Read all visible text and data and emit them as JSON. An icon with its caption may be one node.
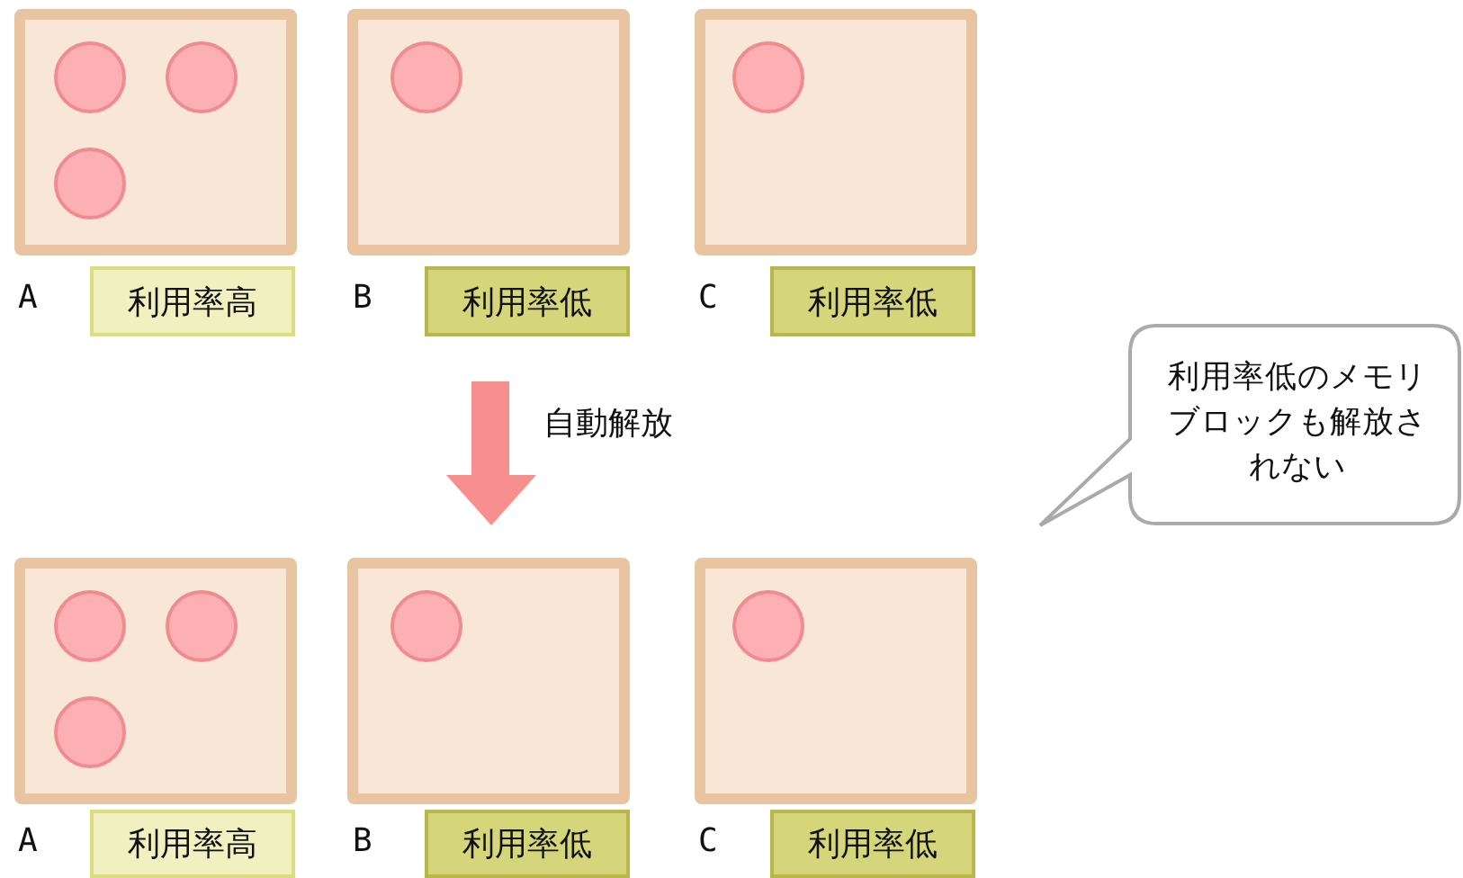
{
  "diagram": {
    "nodes": [
      {
        "text": [],
        "shape": "box"
      },
      {
        "text": [],
        "shape": "circle",
        "in": 0
      },
      {
        "text": [],
        "shape": "circle",
        "in": 0
      },
      {
        "text": [],
        "shape": "circle",
        "in": 0
      },
      {
        "text": [],
        "shape": "box"
      },
      {
        "text": [],
        "shape": "circle",
        "in": 4
      },
      {
        "text": [],
        "shape": "box"
      },
      {
        "text": [],
        "shape": "circle",
        "in": 6
      },
      {
        "text": [
          "利用率高"
        ],
        "beside": [
          "A"
        ]
      },
      {
        "text": [
          "利用率低"
        ],
        "beside": [
          "B"
        ]
      },
      {
        "text": [
          "利用率低"
        ],
        "beside": [
          "C"
        ]
      },
      {
        "text": [
          "利用率低のメモリブロックも解放されない"
        ]
      },
      {
        "text": [],
        "shape": "box"
      },
      {
        "text": [],
        "shape": "circle",
        "in": 12
      },
      {
        "text": [],
        "shape": "circle",
        "in": 12
      },
      {
        "text": [],
        "shape": "circle",
        "in": 12
      },
      {
        "text": [],
        "shape": "box"
      },
      {
        "text": [],
        "shape": "circle",
        "in": 16
      },
      {
        "text": [],
        "shape": "box"
      },
      {
        "text": [],
        "shape": "circle",
        "in": 18
      },
      {
        "text": [
          "利用率高"
        ],
        "beside": [
          "A"
        ]
      },
      {
        "text": [
          "利用率低"
        ],
        "beside": [
          "B"
        ]
      },
      {
        "text": [
          "利用率低"
        ],
        "beside": [
          "C"
        ]
      }
    ],
    "labels": [
      "自動解放"
    ]
  }
}
